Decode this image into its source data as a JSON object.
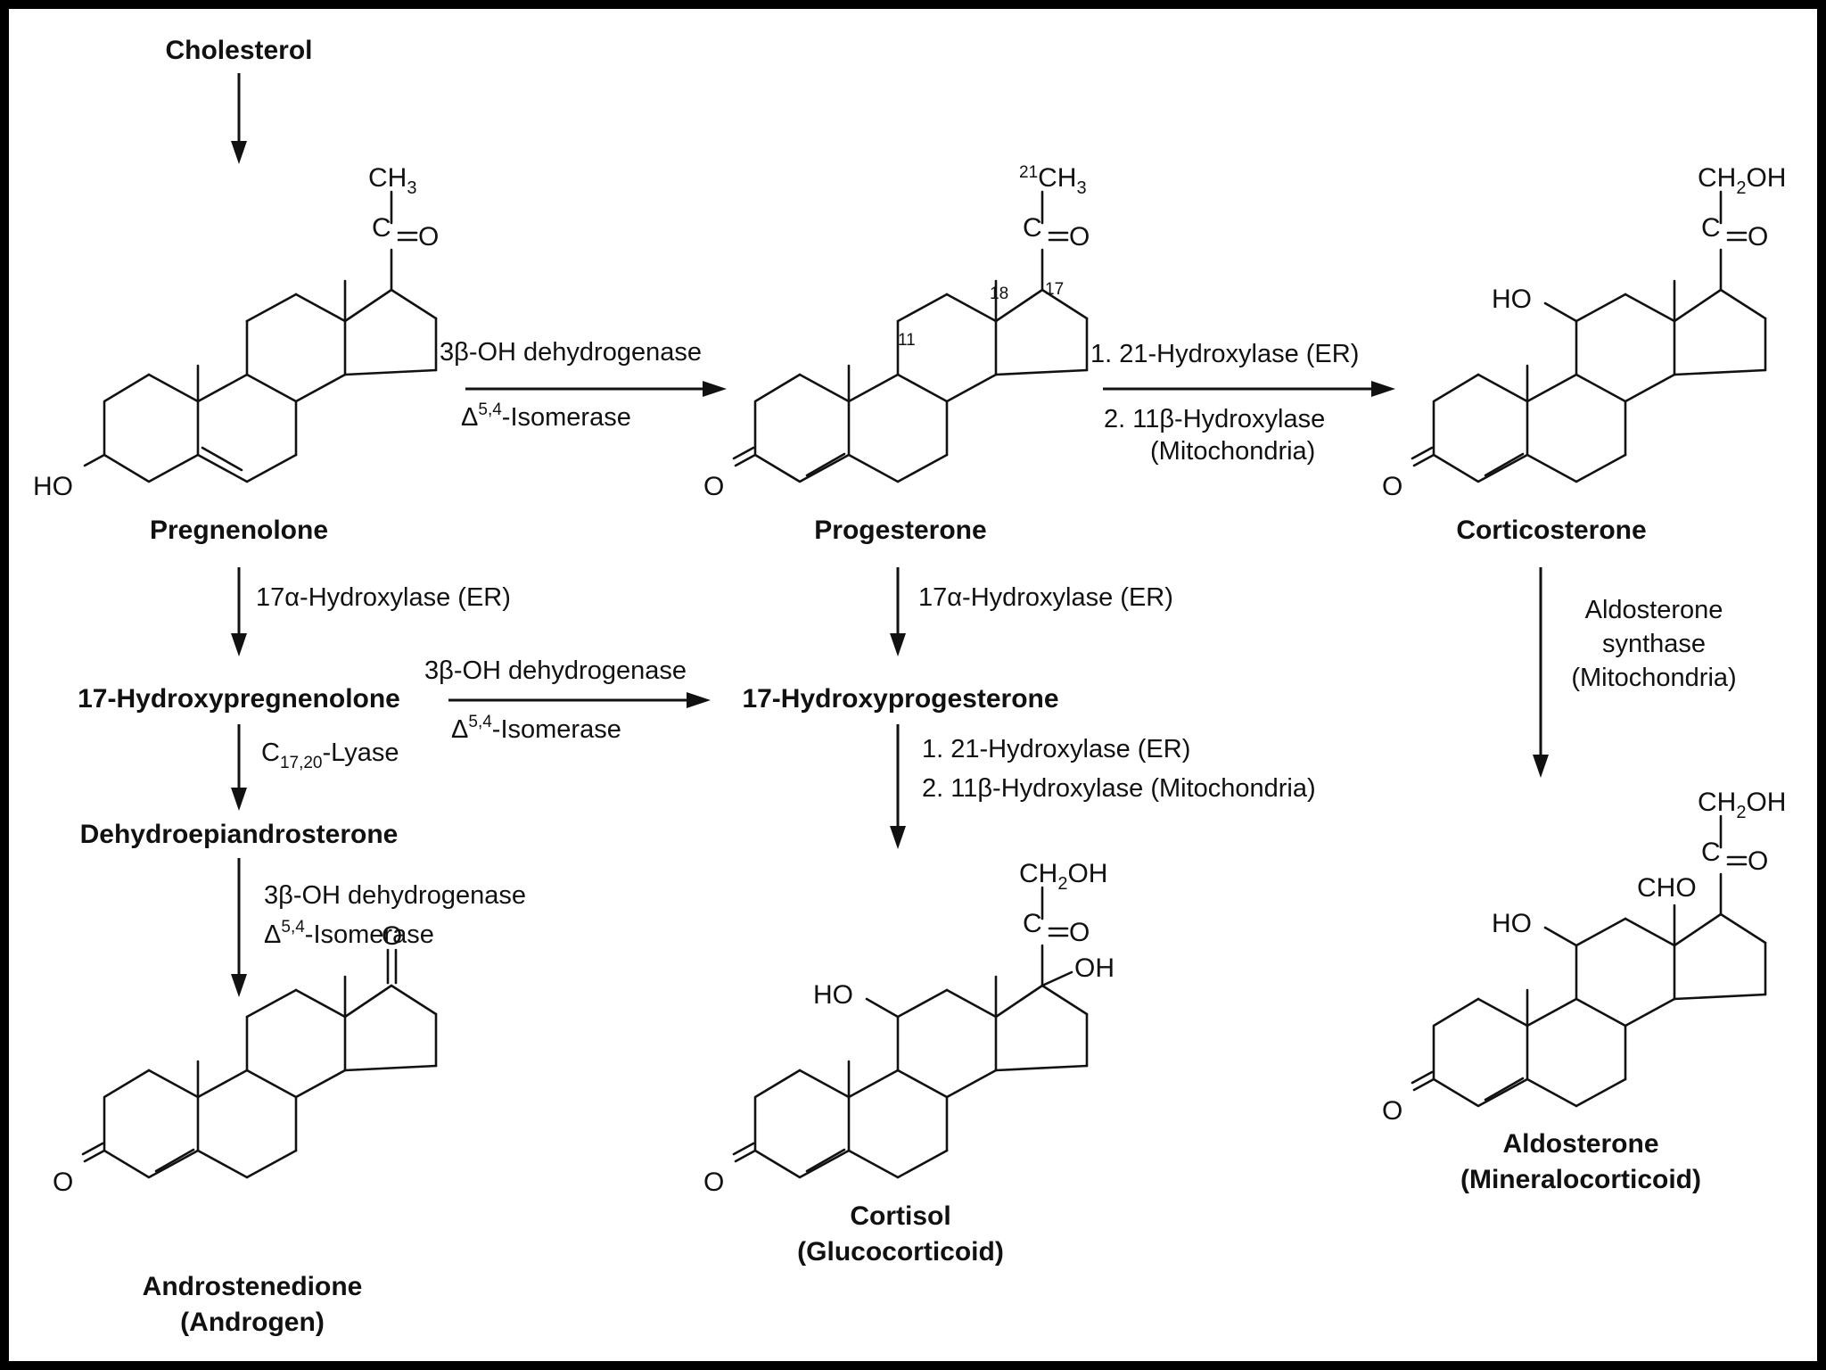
{
  "compounds": {
    "cholesterol": "Cholesterol",
    "pregnenolone": "Pregnenolone",
    "progesterone": "Progesterone",
    "corticosterone": "Corticosterone",
    "hydroxypregnenolone": "17-Hydroxypregnenolone",
    "hydroxyprogesterone": "17-Hydroxyprogesterone",
    "dhea": "Dehydroepiandrosterone",
    "androstenedione": "Androstenedione",
    "androstenedione_class": "(Androgen)",
    "cortisol": "Cortisol",
    "cortisol_class": "(Glucocorticoid)",
    "aldosterone": "Aldosterone",
    "aldosterone_class": "(Mineralocorticoid)"
  },
  "symbols": {
    "alpha": "α",
    "beta": "β",
    "delta": "Δ"
  },
  "enzymes": {
    "dehydrogenase_prefix": "3",
    "dehydrogenase_suffix": "-OH dehydrogenase",
    "isomerase_sup": "5,4",
    "isomerase_suffix": "-Isomerase",
    "step_21_hydroxylase": "1. 21-Hydroxylase (ER)",
    "step_11b_prefix": "2. 11",
    "step_11b_suffix": "-Hydroxylase",
    "step_11b_mito_suffix": "-Hydroxylase (Mitochondria)",
    "mitochondria": "(Mitochondria)",
    "h17_prefix": "17",
    "h17_suffix": "-Hydroxylase (ER)",
    "lyase_prefix": "C",
    "lyase_sub": "17,20",
    "lyase_suffix": "-Lyase",
    "aldo_line1": "Aldosterone",
    "aldo_line2": "synthase",
    "aldo_line3": "(Mitochondria)"
  },
  "atoms": {
    "HO": "HO",
    "OH": "OH",
    "O": "O",
    "C": "C",
    "CH": "CH",
    "CHO": "CHO",
    "sub2": "2",
    "sub3": "3",
    "num21": "21",
    "num11": "11",
    "num18": "18",
    "num17": "17"
  }
}
